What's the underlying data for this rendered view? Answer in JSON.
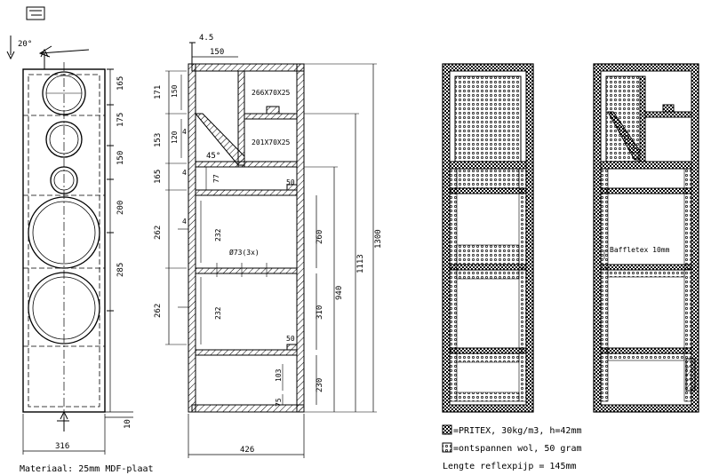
{
  "front_view": {
    "corner_label": "20°",
    "width_label": "316",
    "bottom_offset_label": "10",
    "section_labels": [
      "165",
      "175",
      "150",
      "200",
      "285"
    ]
  },
  "side_view": {
    "top_thickness_label": "4.5",
    "top_width_label": "150",
    "dims_left": [
      "171",
      "153",
      "165",
      "262",
      "262"
    ],
    "dims_inner": [
      "150",
      "120",
      "4",
      "4",
      "4"
    ],
    "angle_label": "45°",
    "dim_77": "77",
    "dim_232_upper": "232",
    "dim_232_lower": "232",
    "brace_top_label": "266X70X25",
    "brace_mid_label": "201X70X25",
    "shelf_label_upper": "50",
    "shelf_label_lower": "50",
    "holes_label": "Ø73(3x)",
    "vertical_dims": [
      "260",
      "310",
      "230",
      "940",
      "1113",
      "1300"
    ],
    "port_height_label": "103",
    "port_bottom_label": "75",
    "depth_label": "426"
  },
  "damping_view_right": {
    "baffletex_label": "Baffletex 10mm"
  },
  "legend": {
    "pritex": "=PRITEX, 30kg/m3, h=42mm",
    "wool": "=ontspannen wol, 50 gram",
    "port_length": "Lengte reflexpijp = 145mm"
  },
  "material_note": "Materiaal: 25mm MDF-plaat"
}
